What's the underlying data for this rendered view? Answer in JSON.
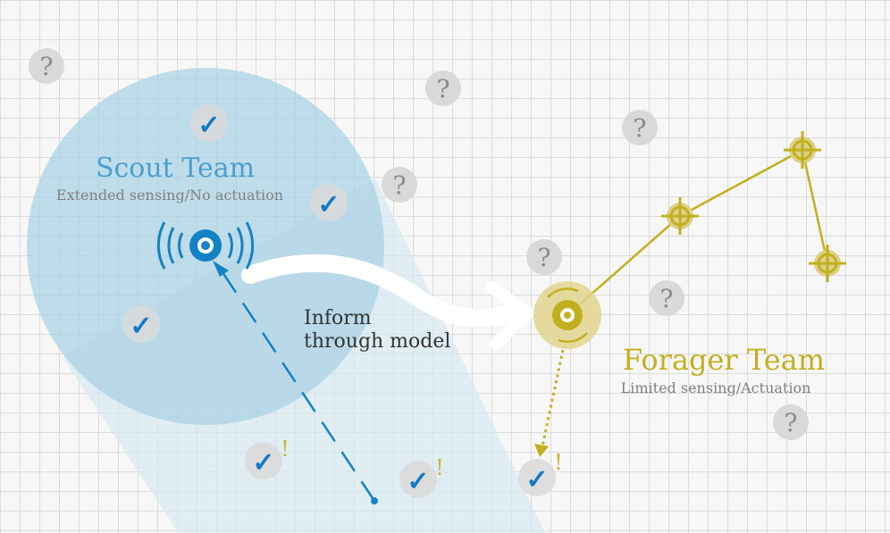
{
  "scout": {
    "title": "Scout Team",
    "subtitle": "Extended sensing/No actuation",
    "color": "#4a9fd0"
  },
  "forager": {
    "title": "Forager Team",
    "subtitle": "Limited sensing/Actuation",
    "color": "#c1b01e"
  },
  "inform": {
    "line1": "Inform",
    "line2": "through model"
  },
  "markers": {
    "unknown_symbol": "?",
    "checked_symbol": "✓",
    "alert_symbol": "!"
  },
  "colors": {
    "grid": "#d4d4d4",
    "scout_zone": "#b9dcea",
    "scout_agent": "#1283c4",
    "forager_agent": "#c1b01e",
    "unknown_marker": "#d9d9d9",
    "check": "#1479c2",
    "text_dark": "#333333",
    "text_gray": "#8a8a8a"
  },
  "icons": [
    "scout-agent-icon",
    "forager-agent-icon",
    "target-crosshair-icon",
    "question-marker-icon",
    "checked-marker-icon",
    "alert-icon",
    "inform-arrow-icon"
  ]
}
